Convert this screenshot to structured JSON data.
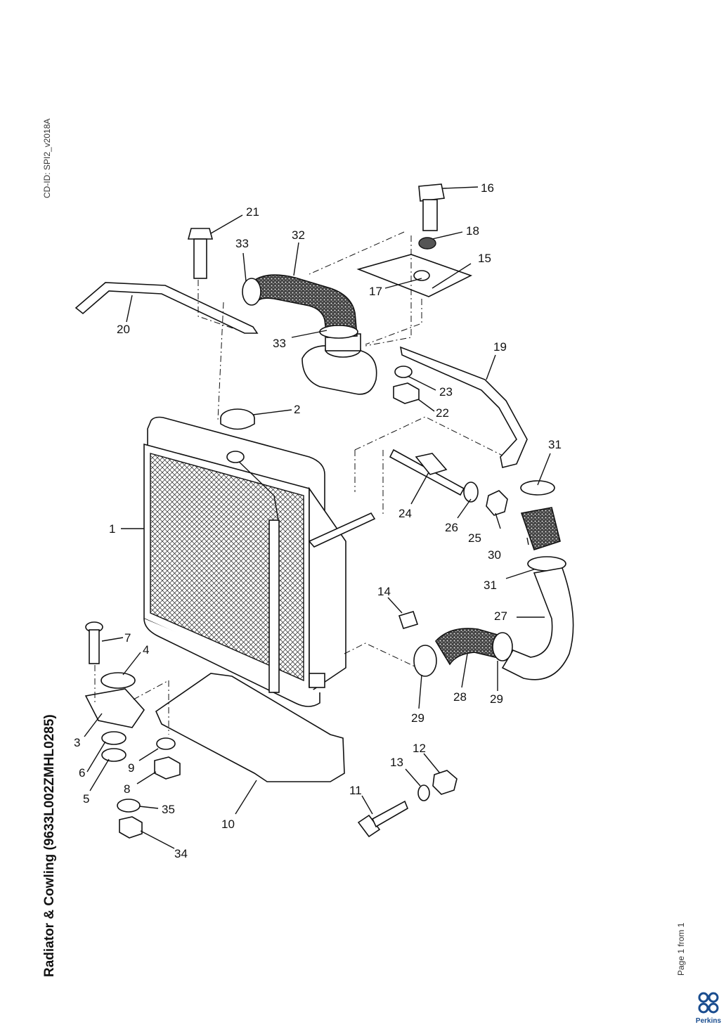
{
  "document": {
    "cd_id": "CD-ID: SPI2_v2018A",
    "title": "Radiator & Cowling (9633L002ZMHL0285)",
    "page_note": "Page 1 from 1",
    "brand": "Perkins",
    "brand_color": "#1a4d8f"
  },
  "callouts": {
    "c1": "1",
    "c2": "2",
    "c3": "3",
    "c4": "4",
    "c5": "5",
    "c6": "6",
    "c7": "7",
    "c8": "8",
    "c9": "9",
    "c10": "10",
    "c11": "11",
    "c12": "12",
    "c13": "13",
    "c14": "14",
    "c15": "15",
    "c16": "16",
    "c17": "17",
    "c18": "18",
    "c19": "19",
    "c20": "20",
    "c21": "21",
    "c22": "22",
    "c23": "23",
    "c24": "24",
    "c25": "25",
    "c26": "26",
    "c27": "27",
    "c28": "28",
    "c29a": "29",
    "c29b": "29",
    "c30": "30",
    "c31a": "31",
    "c31b": "31",
    "c32": "32",
    "c33a": "33",
    "c33b": "33",
    "c34": "34",
    "c35": "35"
  }
}
